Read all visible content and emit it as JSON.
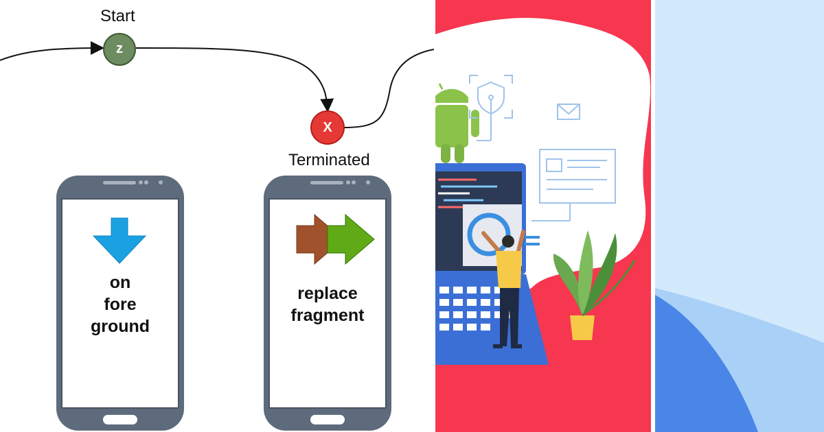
{
  "diagram": {
    "start_label": "Start",
    "start_symbol": "z",
    "terminated_label": "Terminated",
    "terminated_symbol": "X",
    "phone_left": {
      "text_lines": [
        "on",
        "fore",
        "ground"
      ],
      "icon": "down-arrow-icon"
    },
    "phone_right": {
      "text_lines": [
        "replace",
        "fragment"
      ],
      "icon": "double-right-arrow-icon"
    }
  },
  "colors": {
    "start_node": "#6d8c5f",
    "terminated_node": "#e53935",
    "phone_body": "#5d6b7c",
    "down_arrow": "#1ba1e2",
    "arrow_brown": "#a0522d",
    "arrow_green": "#60a917",
    "illustration_bg": "#f6374f",
    "blue_panel_bg": "#d3e9fc"
  },
  "illustration": {
    "icons": [
      "android-icon",
      "shield-icon",
      "mail-icon",
      "document-icon",
      "laptop-icon",
      "person-icon",
      "plant-icon"
    ]
  }
}
